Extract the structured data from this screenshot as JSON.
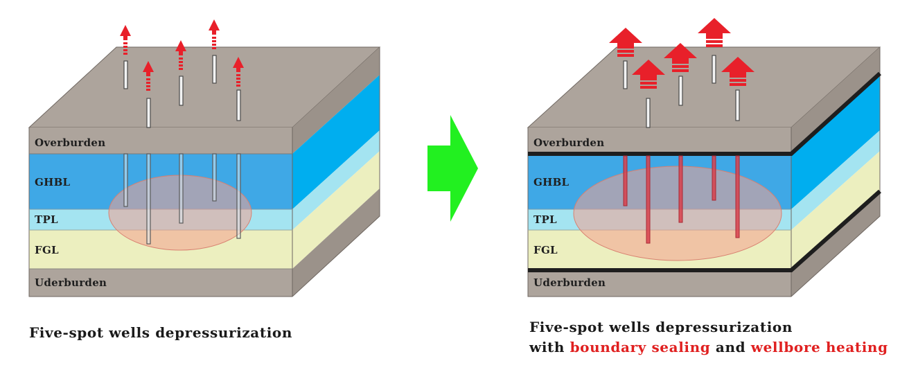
{
  "left_panel": {
    "layers": [
      "Overburden",
      "GHBL",
      "TPL",
      "FGL",
      "Uderburden"
    ],
    "caption": "Five-spot wells depressurization"
  },
  "right_panel": {
    "layers": [
      "Overburden",
      "GHBL",
      "TPL",
      "FGL",
      "Uderburden"
    ],
    "caption_line1": "Five-spot wells depressurization",
    "caption_line2_prefix": "with",
    "caption_highlight1": "boundary sealing",
    "caption_conjunction": "and",
    "caption_highlight2": "wellbore heating"
  },
  "colors": {
    "overburden": "#ada49c",
    "overburden_side": "#9b928a",
    "ghbl": "#3fa8e6",
    "ghbl_side": "#00aeef",
    "tpl": "#a4e4f1",
    "fgl": "#ecefbf",
    "arrow_red": "#e8202a",
    "transition_arrow": "#22f020",
    "heated_well": "#d9414c",
    "seal": "#1e1e1e"
  }
}
